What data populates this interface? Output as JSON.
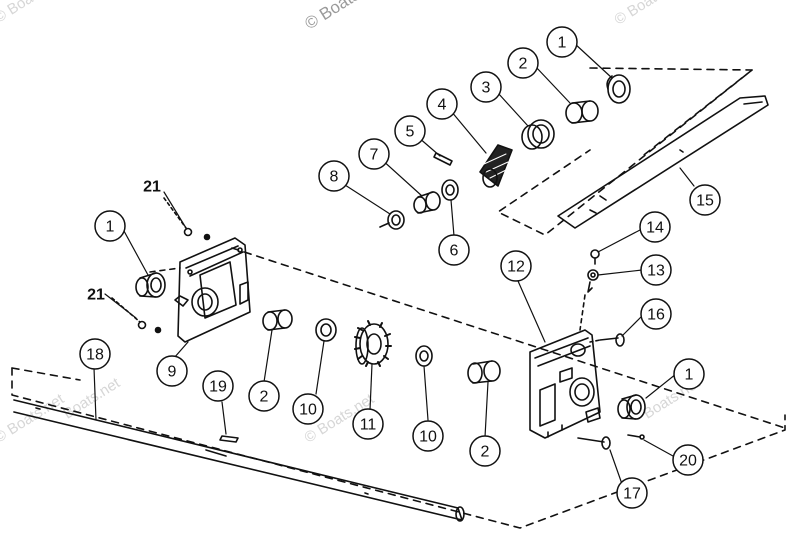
{
  "watermark": {
    "copyright_text": "© Boats.net",
    "site_text": "Boats.net"
  },
  "callouts": [
    {
      "id": "c1a",
      "label": "1"
    },
    {
      "id": "c2a",
      "label": "2"
    },
    {
      "id": "c3",
      "label": "3"
    },
    {
      "id": "c4",
      "label": "4"
    },
    {
      "id": "c5",
      "label": "5"
    },
    {
      "id": "c6",
      "label": "6"
    },
    {
      "id": "c7",
      "label": "7"
    },
    {
      "id": "c8",
      "label": "8"
    },
    {
      "id": "c15",
      "label": "15"
    },
    {
      "id": "c14",
      "label": "14"
    },
    {
      "id": "c13",
      "label": "13"
    },
    {
      "id": "c12",
      "label": "12"
    },
    {
      "id": "c16",
      "label": "16"
    },
    {
      "id": "c1b",
      "label": "1"
    },
    {
      "id": "c20",
      "label": "20"
    },
    {
      "id": "c17",
      "label": "17"
    },
    {
      "id": "c1c",
      "label": "1"
    },
    {
      "id": "c21a",
      "label": "21"
    },
    {
      "id": "c21b",
      "label": "21"
    },
    {
      "id": "c9",
      "label": "9"
    },
    {
      "id": "c2b",
      "label": "2"
    },
    {
      "id": "c10a",
      "label": "10"
    },
    {
      "id": "c11",
      "label": "11"
    },
    {
      "id": "c10b",
      "label": "10"
    },
    {
      "id": "c2c",
      "label": "2"
    },
    {
      "id": "c18",
      "label": "18"
    },
    {
      "id": "c19",
      "label": "19"
    }
  ]
}
